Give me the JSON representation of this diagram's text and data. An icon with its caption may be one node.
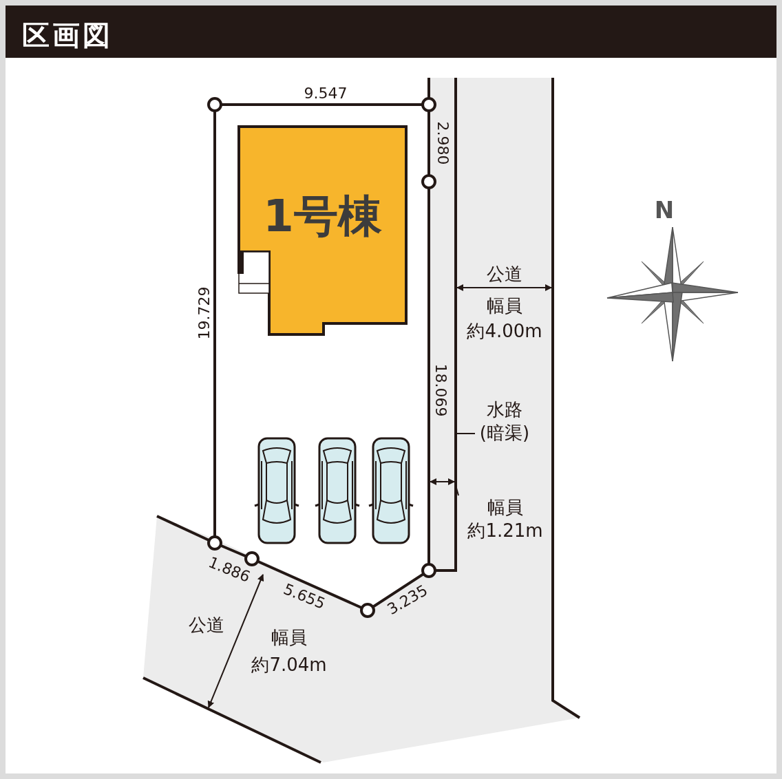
{
  "diagram": {
    "title": "区画図",
    "nodes": [
      {
        "text": [
          "1号棟"
        ]
      },
      {
        "text": [
          "水路",
          "(暗渠)"
        ]
      },
      {
        "text": [],
        "shape": "bar"
      },
      {
        "text": [
          "幅員",
          "約1.21m"
        ]
      }
    ],
    "edges": [
      {
        "from": 1,
        "to": 2,
        "arrow": "none"
      },
      {
        "from": 3,
        "to": 2,
        "arrow": "none"
      }
    ],
    "labels": [
      "9.547",
      "2.980",
      "19.729",
      "公道",
      "幅員",
      "約4.00m",
      "N",
      "18.069",
      "1.886",
      "5.655",
      "3.235",
      "公道",
      "幅員",
      "約7.04m"
    ]
  }
}
